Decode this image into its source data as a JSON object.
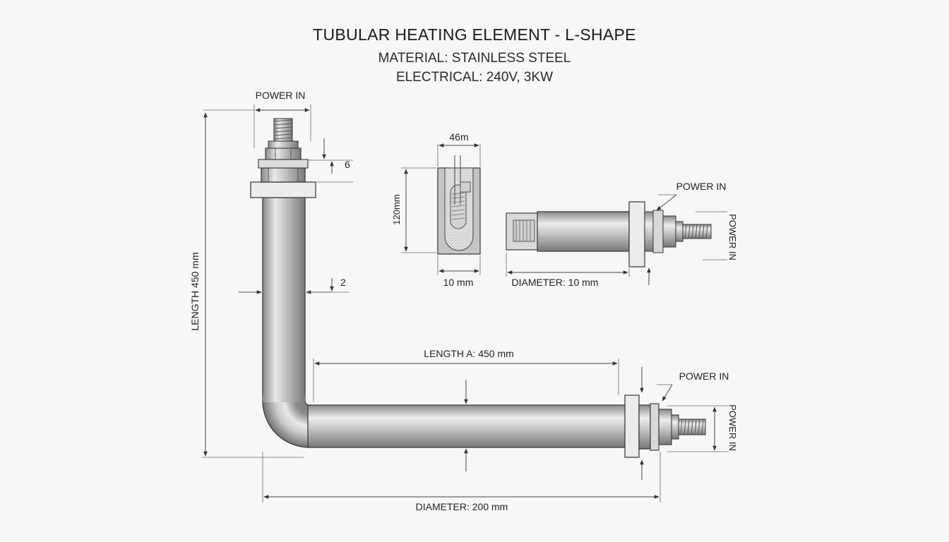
{
  "title": {
    "main": "TUBULAR HEATING ELEMENT - L-SHAPE",
    "material": "MATERIAL: STAINLESS STEEL",
    "electrical": "ELECTRICAL: 240V, 3KW"
  },
  "labels": {
    "power_in_top": "POWER IN",
    "dim_6": "6",
    "dim_2": "2",
    "length_vertical": "LENGTH 450 mm",
    "length_a": "LENGTH A: 450 mm",
    "diameter_bottom": "DIAMETER: 200 mm",
    "power_in_bottom_right": "POWER IN",
    "power_in_bottom_vertical": "POWER IN",
    "section_width_top": "46m",
    "section_height": "120mm",
    "section_width_bottom": "10 mm",
    "power_in_detail": "POWER IN",
    "power_in_detail_vertical": "POWER IN",
    "diameter_detail": "DIAMETER: 10 mm"
  },
  "colors": {
    "background": "#f7f7f6",
    "steel_light": "#eeeeee",
    "steel_mid": "#b5b5b5",
    "steel_dark": "#6f6f6f",
    "line": "#333333"
  }
}
